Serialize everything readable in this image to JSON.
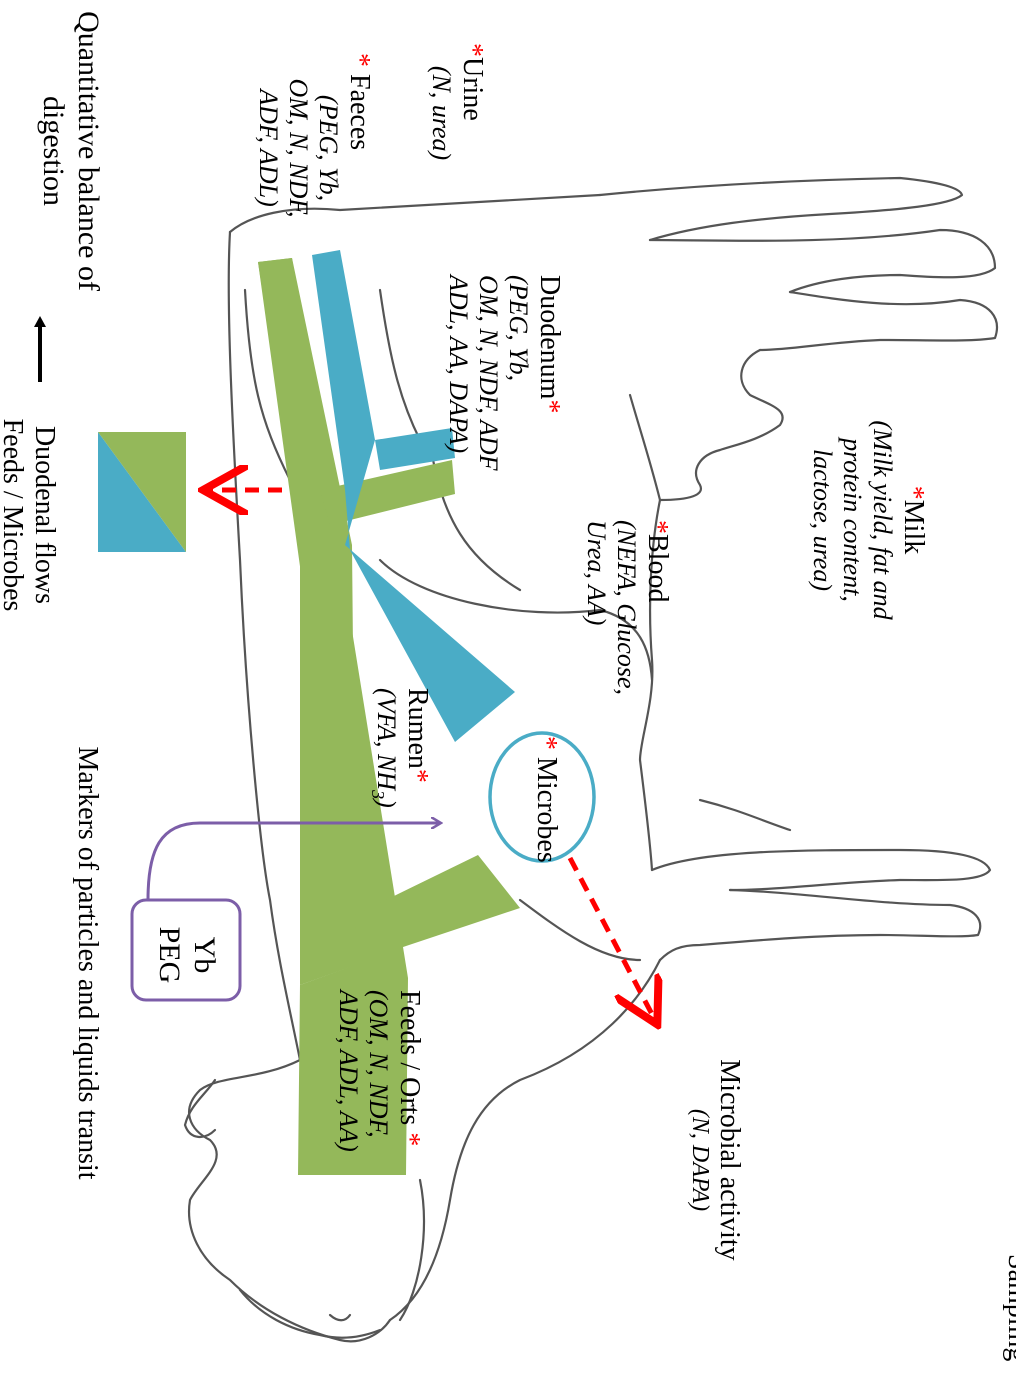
{
  "colors": {
    "feed_green": "#94b85a",
    "microbe_blue": "#4aacc6",
    "marker_purple": "#7c5ea8",
    "arrow_red": "#ff0000",
    "outline": "#555555"
  },
  "labels": {
    "sampling_star": "*",
    "quantitative_balance": "Quantitative balance of digestion",
    "faeces_title": "Faeces",
    "faeces_line1": "(PEG, Yb,",
    "faeces_line2": "OM, N, NDF,",
    "faeces_line3": "ADF, ADL)",
    "urine_title": "Urine",
    "urine_detail": "(N, urea)",
    "duodenal_flows": "Duodenal flows",
    "feeds_microbes": "Feeds / Microbes",
    "duodenum_title": "Duodenum",
    "duodenum_line1": "(PEG, Yb,",
    "duodenum_line2": "OM, N, NDF, ADF",
    "duodenum_line3": "ADL, AA, DAPA)",
    "markers": "Markers of particles and liquids transit",
    "yb": "Yb",
    "peg": "PEG",
    "rumen_title": "Rumen",
    "rumen_detail": "(VFA, NH3)",
    "microbes": "Microbes",
    "blood_title": "Blood",
    "blood_line1": "(NEFA, Glucose,",
    "blood_line2": "Urea, AA)",
    "milk_title": "Milk",
    "milk_line1": "(Milk yield, fat and",
    "milk_line2": "protein content,",
    "milk_line3": "lactose, urea)",
    "feeds_title": "Feeds / Orts",
    "feeds_line1": "(OM, N, NDF,",
    "feeds_line2": "ADF, ADL, AA)",
    "microbial_activity": "Microbial activity",
    "microbial_detail": "(N, DAPA)",
    "sampling": "Sampling"
  }
}
